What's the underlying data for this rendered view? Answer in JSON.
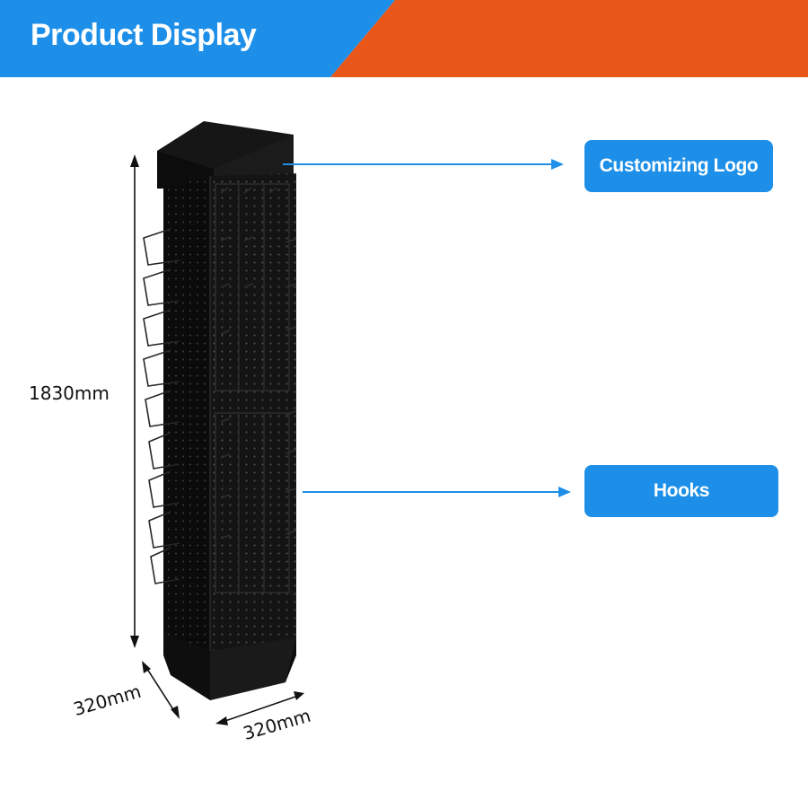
{
  "banner": {
    "title": "Product Display",
    "colors": {
      "title_bar": "#1d8fe8",
      "accent_bar": "#e8561a"
    }
  },
  "callouts": {
    "logo": {
      "label": "Customizing Logo"
    },
    "hooks": {
      "label": "Hooks"
    },
    "color": "#1d8fe8"
  },
  "dimensions": {
    "height": "1830mm",
    "depth": "320mm",
    "width": "320mm"
  },
  "product": {
    "image": "black-pegboard-rotating-display-tower",
    "color": "#111111"
  }
}
